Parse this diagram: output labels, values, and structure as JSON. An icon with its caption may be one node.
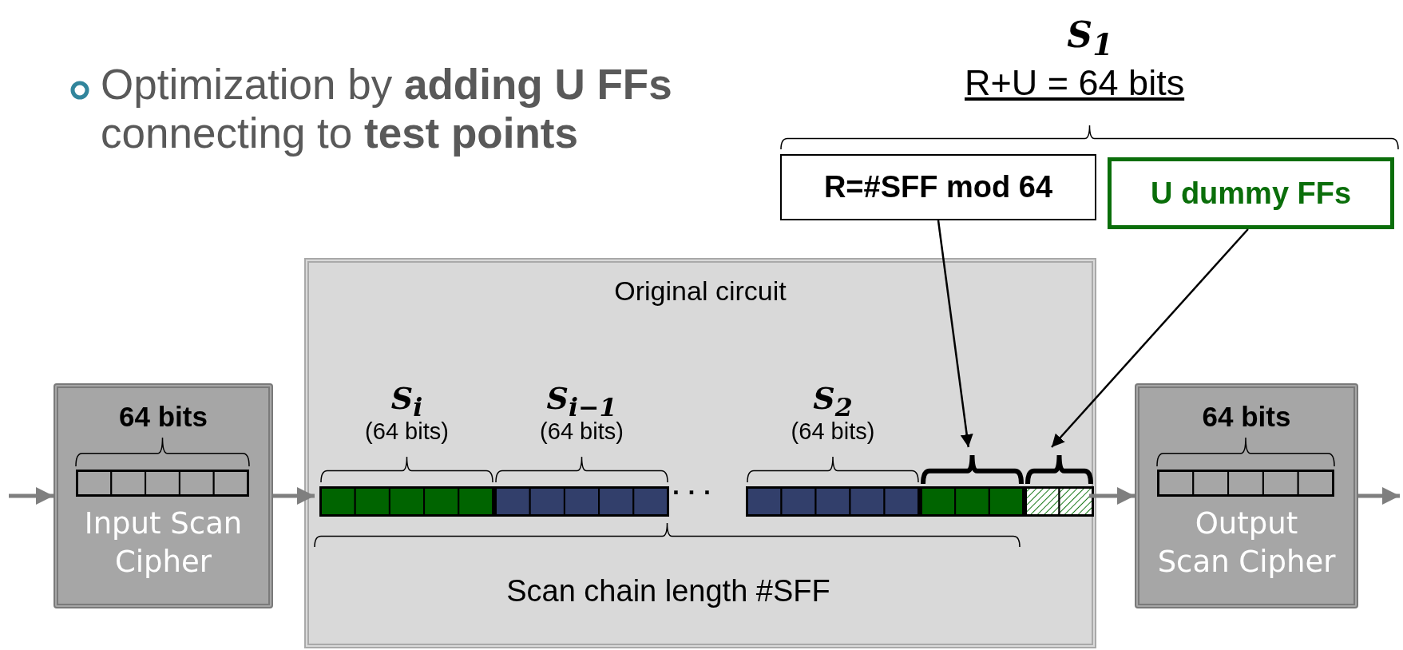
{
  "diagram": {
    "nodes": [
      {
        "text": [
          "64 bits",
          "Input Scan Cipher"
        ]
      },
      {
        "text": [
          "Original circuit",
          "Scan chain length #SFF"
        ]
      },
      {
        "text": [
          "S$_{i}$",
          "(64 bits)"
        ],
        "in": 1
      },
      {
        "text": [
          "S$_{i−1}$",
          "(64 bits)"
        ],
        "in": 1
      },
      {
        "text": [
          "S$_{2}$",
          "(64 bits)"
        ],
        "in": 1
      },
      {
        "text": [],
        "shape": "bar",
        "in": 1
      },
      {
        "text": [],
        "shape": "bar",
        "in": 1
      },
      {
        "text": [
          "64 bits",
          "Output Scan Cipher"
        ]
      },
      {
        "text": [
          "R=#SFF mod 64"
        ]
      },
      {
        "text": [
          "U dummy FFs"
        ]
      }
    ],
    "edges": [
      {
        "from": null,
        "to": 0,
        "arrow": "to"
      },
      {
        "from": 0,
        "to": 2,
        "arrow": "to"
      },
      {
        "from": 6,
        "to": 7,
        "arrow": "to"
      },
      {
        "from": 7,
        "to": null,
        "arrow": "to"
      },
      {
        "from": 8,
        "to": 5,
        "arrow": "to",
        "color": "#000000"
      },
      {
        "from": 9,
        "to": 6,
        "arrow": "to",
        "color": "#000000"
      }
    ],
    "labels": [
      "Optimization by **adding U FFs** connecting to **test points**",
      "S$_{1}$",
      "R+U = 64 bits",
      "· · ·"
    ]
  }
}
